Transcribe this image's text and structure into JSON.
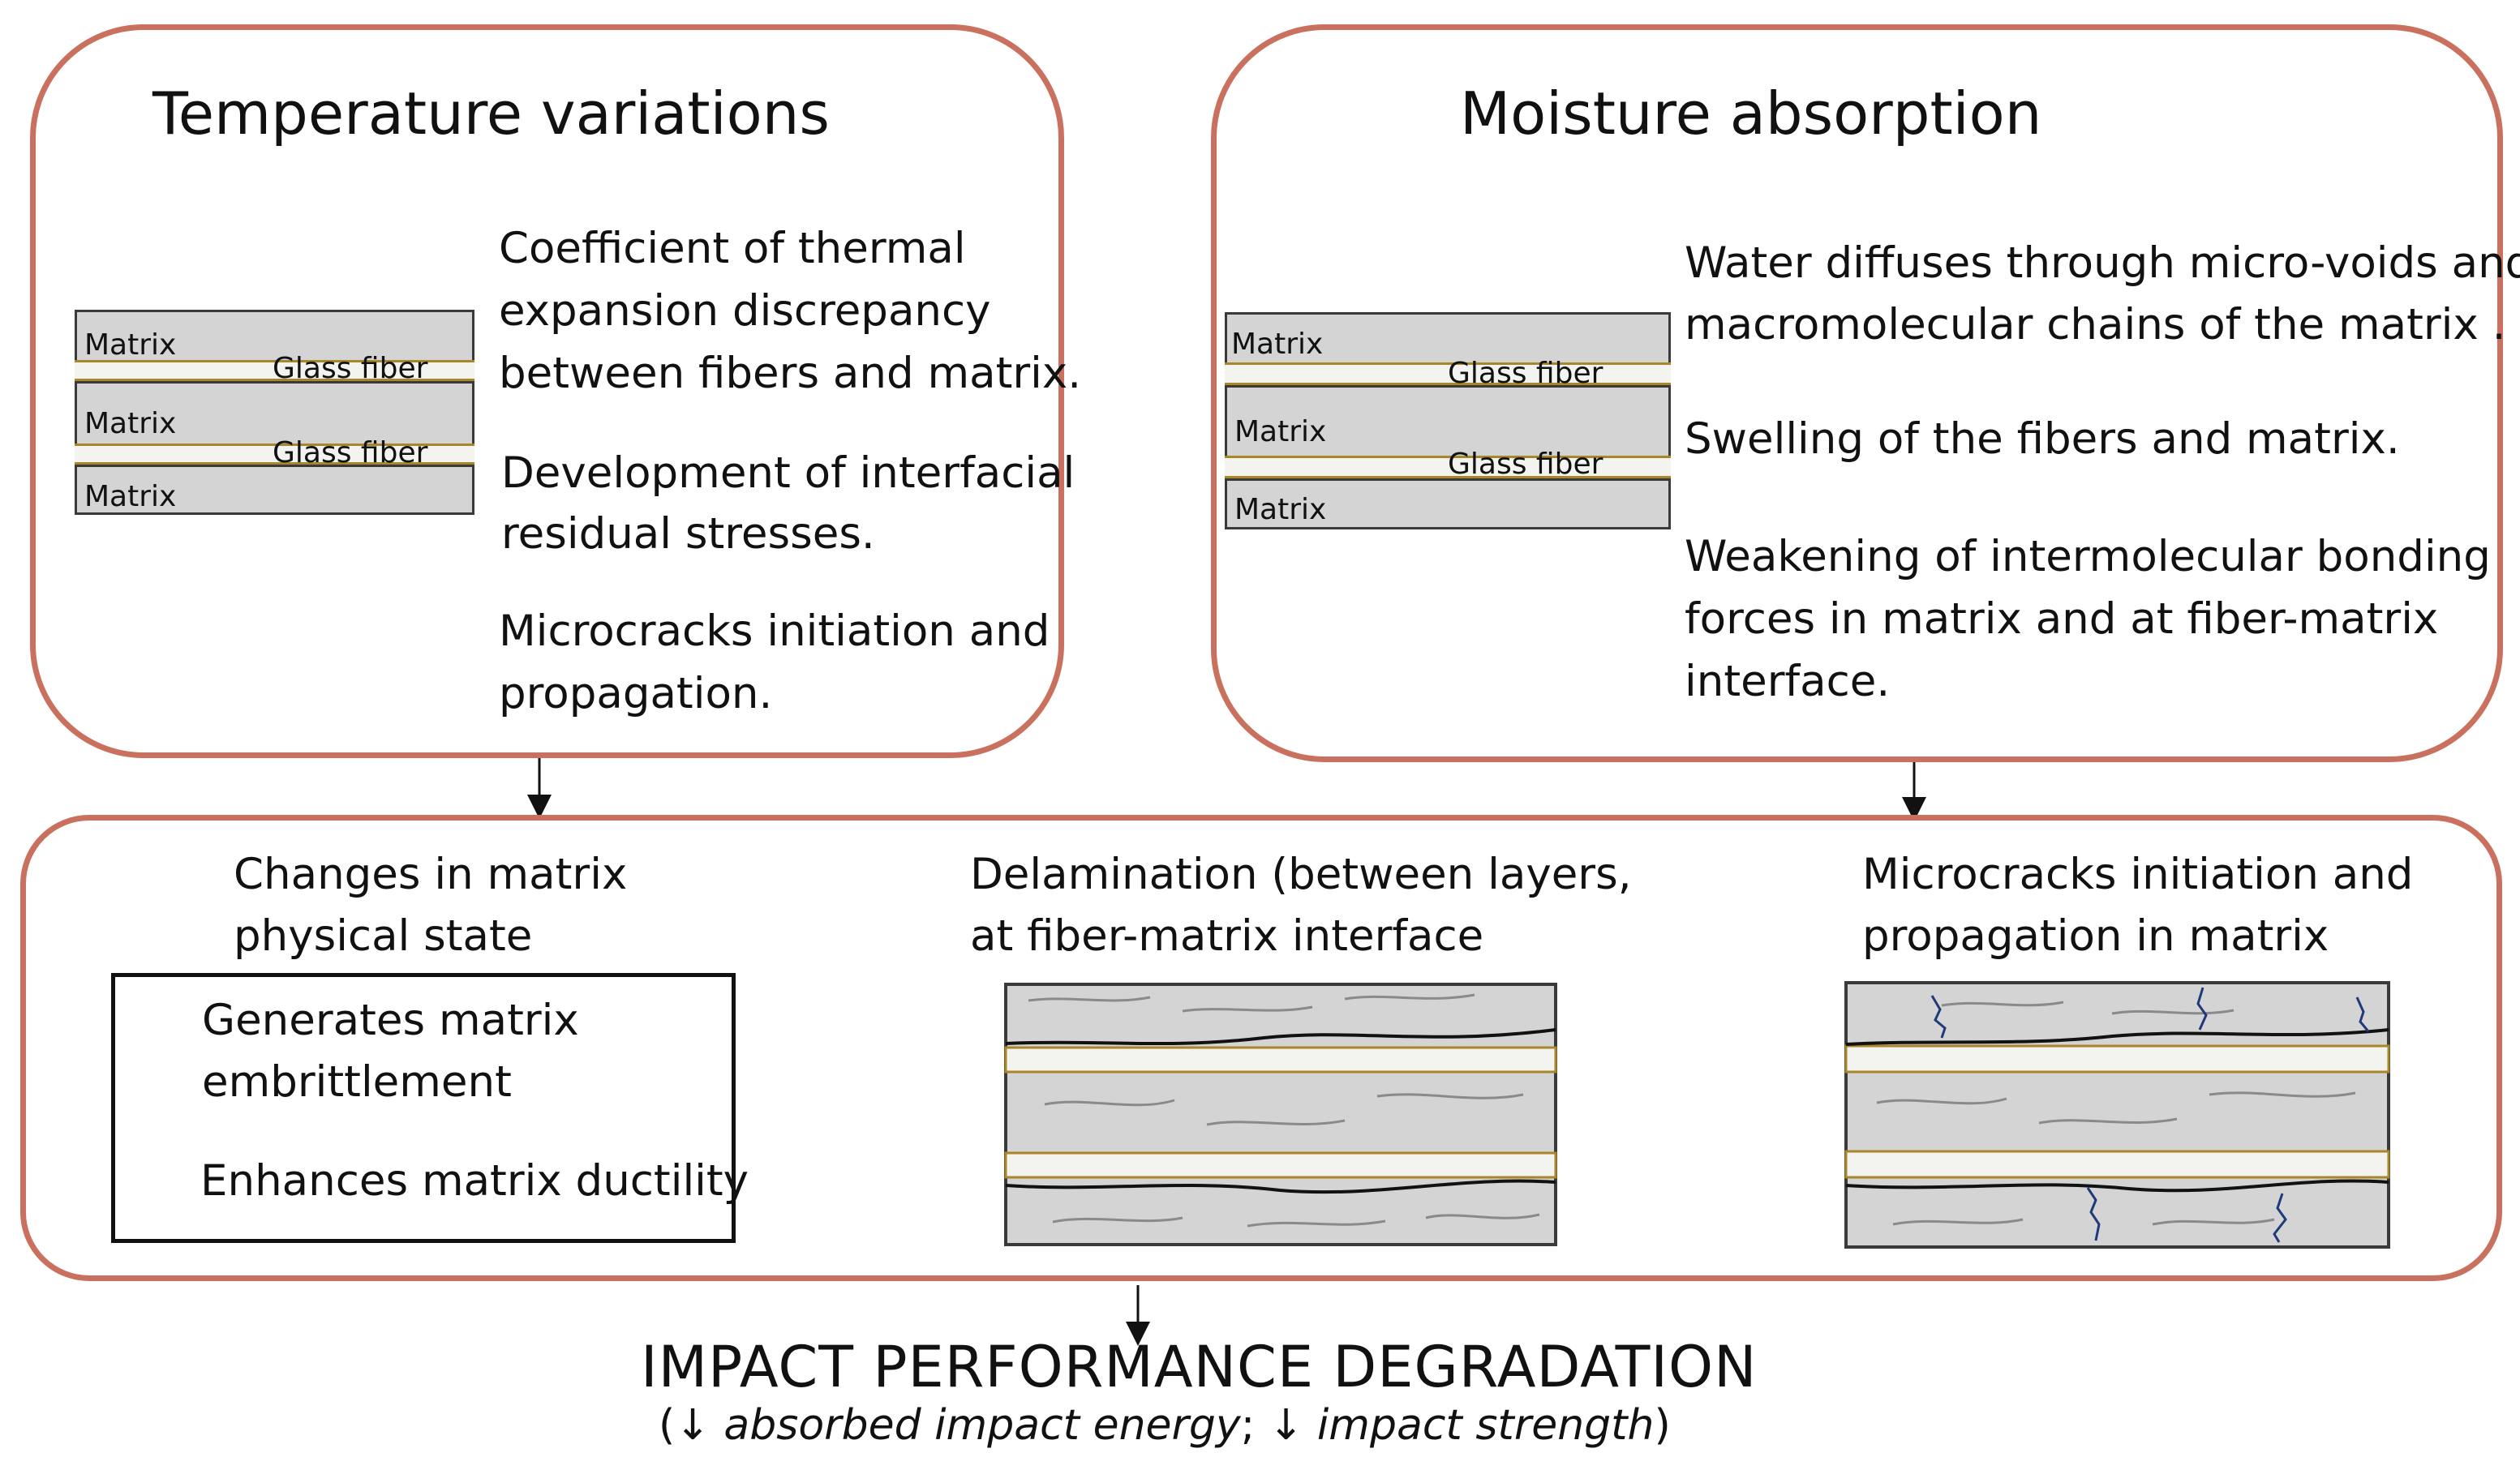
{
  "temperature": {
    "title": "Temperature variations",
    "layer_labels": {
      "matrix": "Matrix",
      "fiber": "Glass fiber"
    },
    "steps": [
      "Coefficient of thermal",
      "expansion discrepancy",
      "between fibers and matrix.",
      "Development of interfacial",
      "residual stresses.",
      "Microcracks initiation and",
      "propagation."
    ],
    "icon": "sun-snowflake-icon"
  },
  "moisture": {
    "title": "Moisture absorption",
    "layer_labels": {
      "matrix": "Matrix",
      "fiber": "Glass fiber"
    },
    "steps": [
      "Water diffuses through micro-voids and",
      "macromolecular chains  of the matrix .",
      "Swelling of the fibers and matrix.",
      "Weakening of intermolecular bonding",
      "forces in matrix and at fiber-matrix",
      "interface."
    ],
    "icon": "water-drops-icon"
  },
  "effects": {
    "physical_state": {
      "title_lines": [
        "Changes in matrix",
        "physical state"
      ],
      "cold": [
        "Generates matrix",
        "embrittlement"
      ],
      "hot": "Enhances matrix ductility"
    },
    "delamination": {
      "title_lines": [
        "Delamination (between layers,",
        "at fiber-matrix interface"
      ]
    },
    "microcracks": {
      "title_lines": [
        "Microcracks initiation and",
        "propagation in matrix"
      ]
    }
  },
  "result": {
    "title": "IMPACT PERFORMANCE DEGRADATION",
    "open": "(",
    "arrow": "↓",
    "item1": "absorbed impact energy",
    "sep": ";",
    "item2": "impact strength",
    "close": ")"
  },
  "colors": {
    "panel_border": "#c9705e",
    "fiber_line": "#a8862a",
    "matrix": "#d4d4d4",
    "crack": "#1f3a7a",
    "ice": "#3aa6e0"
  }
}
